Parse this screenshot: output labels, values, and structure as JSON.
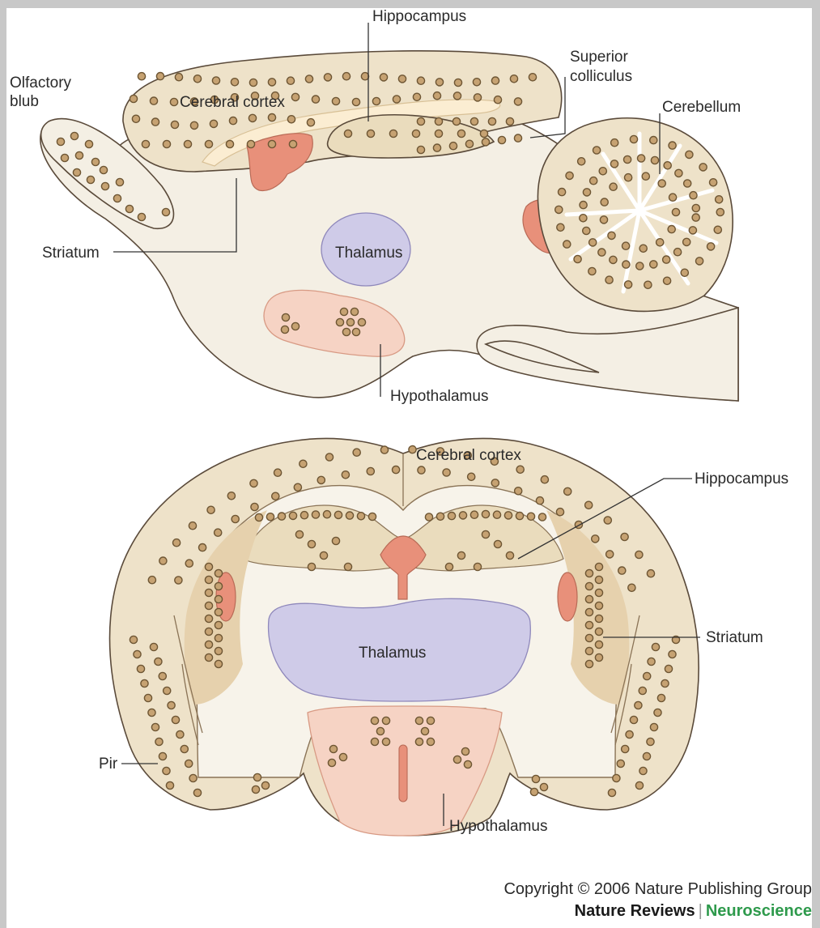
{
  "sagittal": {
    "labels": {
      "olfactory_line1": "Olfactory",
      "olfactory_line2": "blub",
      "cerebral_cortex": "Cerebral cortex",
      "hippocampus": "Hippocampus",
      "superior_line1": "Superior",
      "superior_line2": "colliculus",
      "cerebellum": "Cerebellum",
      "striatum": "Striatum",
      "thalamus": "Thalamus",
      "hypothalamus": "Hypothalamus"
    }
  },
  "coronal": {
    "labels": {
      "cerebral_cortex": "Cerebral cortex",
      "hippocampus": "Hippocampus",
      "striatum": "Striatum",
      "thalamus": "Thalamus",
      "pir": "Pir",
      "hypothalamus": "Hypothalamus"
    }
  },
  "footer": {
    "copyright": "Copyright © 2006 Nature Publishing Group",
    "journal_name": "Nature Reviews",
    "journal_separator": "|",
    "journal_subject": "Neuroscience"
  },
  "colors": {
    "tissue": "#f4efe4",
    "cortex": "#eee2c9",
    "cell": "#c6a272",
    "ventricle": "#e8907a",
    "thalamus": "#cfcbe8",
    "hypothalamus": "#f6d3c4",
    "white_matter": "#fbedd2",
    "accent_green": "#2e9a4c"
  }
}
